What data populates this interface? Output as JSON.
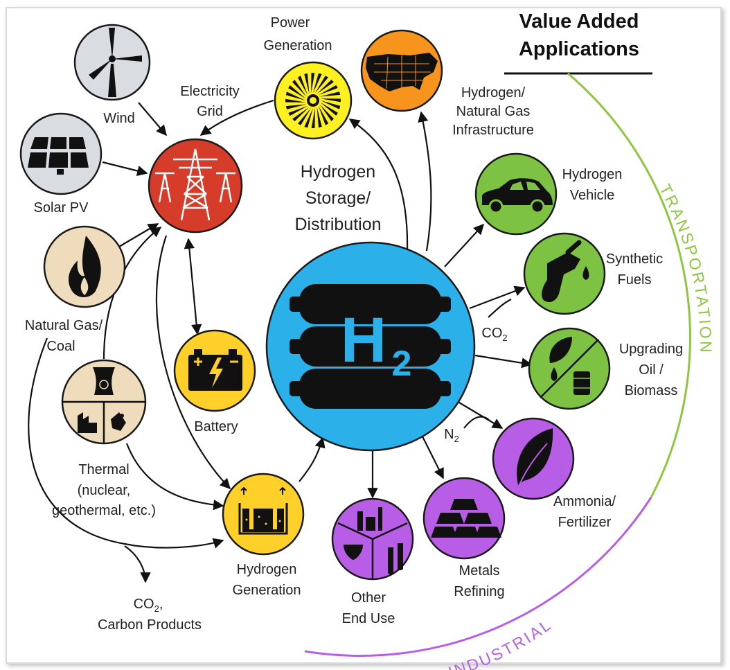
{
  "header": {
    "line1": "Value Added",
    "line2": "Applications"
  },
  "center": {
    "title_line1": "Hydrogen",
    "title_line2": "Storage/",
    "title_line3": "Distribution",
    "symbol_main": "H",
    "symbol_sub": "2",
    "color": "#2bb0ea"
  },
  "arcs": {
    "transportation": "TRANSPORTATION",
    "industrial": "INDUSTRIAL",
    "transportation_color": "#8dc63f",
    "industrial_color": "#b85ee6"
  },
  "nodes": {
    "wind": {
      "label": "Wind",
      "color": "#d9dde2"
    },
    "solar": {
      "label": "Solar PV",
      "color": "#d9dde2"
    },
    "grid": {
      "label1": "Electricity",
      "label2": "Grid",
      "color": "#d63c2a"
    },
    "power": {
      "label1": "Power",
      "label2": "Generation",
      "color": "#fff021"
    },
    "infra": {
      "label1": "Hydrogen/",
      "label2": "Natural Gas",
      "label3": "Infrastructure",
      "color": "#f7941d"
    },
    "gas": {
      "label1": "Natural Gas/",
      "label2": "Coal",
      "color": "#efdcbc"
    },
    "battery": {
      "label": "Battery",
      "color": "#ffd02a"
    },
    "thermal": {
      "label1": "Thermal",
      "label2": "(nuclear,",
      "label3": "geothermal, etc.)",
      "color": "#efdcbc"
    },
    "hgen": {
      "label1": "Hydrogen",
      "label2": "Generation",
      "color": "#ffd02a"
    },
    "other": {
      "label1": "Other",
      "label2": "End Use",
      "color": "#b85ee6"
    },
    "metals": {
      "label1": "Metals",
      "label2": "Refining",
      "color": "#b85ee6"
    },
    "ammonia": {
      "label1": "Ammonia/",
      "label2": "Fertilizer",
      "color": "#b85ee6"
    },
    "vehicle": {
      "label1": "Hydrogen",
      "label2": "Vehicle",
      "color": "#7dc242"
    },
    "fuels": {
      "label1": "Synthetic",
      "label2": "Fuels",
      "color": "#7dc242"
    },
    "biomass": {
      "label1": "Upgrading",
      "label2": "Oil /",
      "label3": "Biomass",
      "color": "#7dc242"
    }
  },
  "annotations": {
    "co2_main": "CO",
    "co2_sub": "2",
    "n2_main": "N",
    "n2_sub": "2",
    "carbon_main": "CO",
    "carbon_sub": "2",
    "carbon_suffix": ",",
    "carbon_line2": "Carbon Products"
  }
}
